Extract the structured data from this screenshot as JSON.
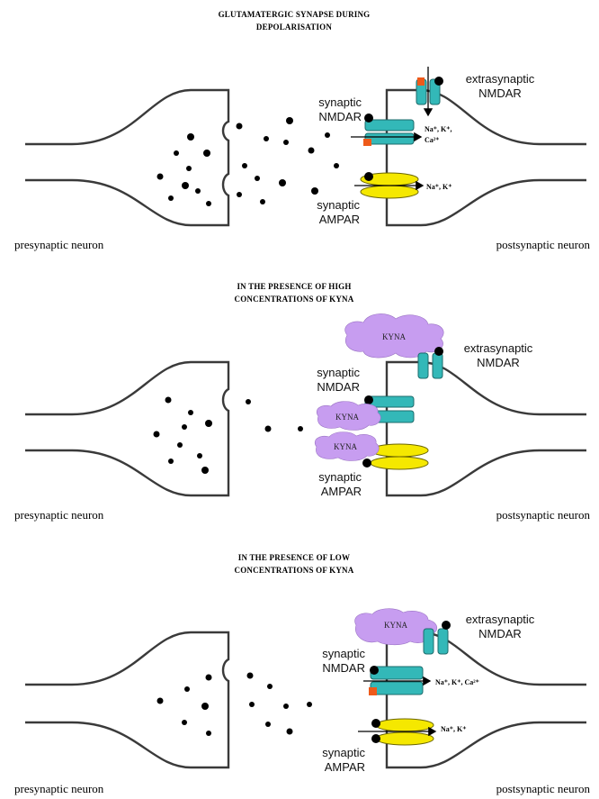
{
  "panels": [
    {
      "title": [
        "GLUTAMATERGIC SYNAPSE DURING",
        "DEPOLARISATION"
      ],
      "extrasynaptic_label": [
        "extrasynaptic",
        "NMDAR"
      ],
      "synaptic_nmdar_label": [
        "synaptic",
        "NMDAR"
      ],
      "synaptic_ampar_label": [
        "synaptic",
        "AMPAR"
      ],
      "nmdar_ions": [
        "Na⁺, K⁺,",
        "Ca²⁺"
      ],
      "ampar_ions": "Na⁺, K⁺",
      "presynaptic": "presynaptic neuron",
      "postsynaptic": "postsynaptic neuron"
    },
    {
      "title": [
        "IN THE PRESENCE OF HIGH",
        "CONCENTRATIONS OF KYNA"
      ],
      "extrasynaptic_label": [
        "extrasynaptic",
        "NMDAR"
      ],
      "synaptic_nmdar_label": [
        "synaptic",
        "NMDAR"
      ],
      "synaptic_ampar_label": [
        "synaptic",
        "AMPAR"
      ],
      "kyna_labels": [
        "KYNA",
        "KYNA",
        "KYNA"
      ],
      "presynaptic": "presynaptic neuron",
      "postsynaptic": "postsynaptic neuron"
    },
    {
      "title": [
        "IN THE PRESENCE OF LOW",
        "CONCENTRATIONS OF KYNA"
      ],
      "extrasynaptic_label": [
        "extrasynaptic",
        "NMDAR"
      ],
      "synaptic_nmdar_label": [
        "synaptic",
        "NMDAR"
      ],
      "synaptic_ampar_label": [
        "synaptic",
        "AMPAR"
      ],
      "kyna_labels": [
        "KYNA"
      ],
      "nmdar_ions": "Na⁺, K⁺, Ca²⁺",
      "ampar_ions": "Na⁺, K⁺",
      "presynaptic": "presynaptic neuron",
      "postsynaptic": "postsynaptic neuron"
    }
  ],
  "colors": {
    "receptor_nmdar": "#33b8b8",
    "receptor_ampar": "#f5e800",
    "kyna_cloud": "#c79df0",
    "glycine_site": "#ee5a1a",
    "glutamate": "#000000"
  }
}
